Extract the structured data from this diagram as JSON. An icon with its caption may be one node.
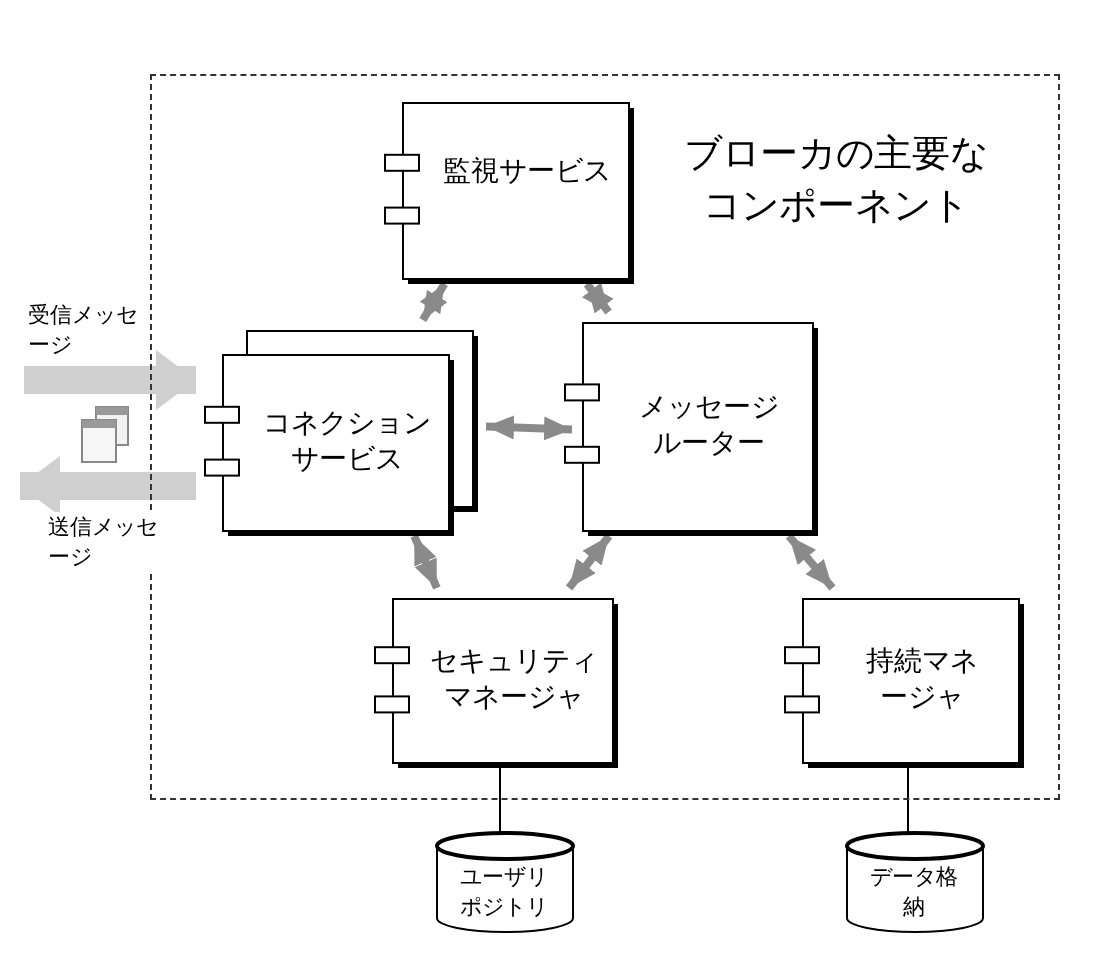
{
  "diagram": {
    "nodes": [
      {
        "text": [
          "ブローカの主要なコンポーネント"
        ]
      },
      {
        "text": [
          "監視サービス"
        ],
        "in": 0
      },
      {
        "text": [
          "コネクションサービス"
        ],
        "in": 0
      },
      {
        "text": [
          "メッセージルーター"
        ],
        "in": 0
      },
      {
        "text": [
          "セキュリティマネージャ"
        ],
        "in": 0
      },
      {
        "text": [
          "持続マネージャ"
        ],
        "in": 0
      },
      {
        "text": [
          "ユーザリポジトリ"
        ]
      },
      {
        "text": [
          "データ格納"
        ]
      }
    ],
    "edges": [
      {
        "from": 1,
        "to": 2,
        "arrow": "both"
      },
      {
        "from": 1,
        "to": 3,
        "arrow": "both"
      },
      {
        "from": 2,
        "to": 3,
        "arrow": "both"
      },
      {
        "from": 2,
        "to": 4,
        "arrow": "both"
      },
      {
        "from": 3,
        "to": 4,
        "arrow": "both"
      },
      {
        "from": 3,
        "to": 5,
        "arrow": "both"
      },
      {
        "from": 4,
        "to": 6,
        "arrow": "none",
        "color": "#000000"
      },
      {
        "from": 5,
        "to": 7,
        "arrow": "none",
        "color": "#000000"
      },
      {
        "from": null,
        "to": 2,
        "arrow": "to",
        "label": "受信メッセージ",
        "style": "thick"
      },
      {
        "from": 2,
        "to": null,
        "arrow": "to",
        "label": "送信メッセージ",
        "style": "thick"
      }
    ]
  }
}
